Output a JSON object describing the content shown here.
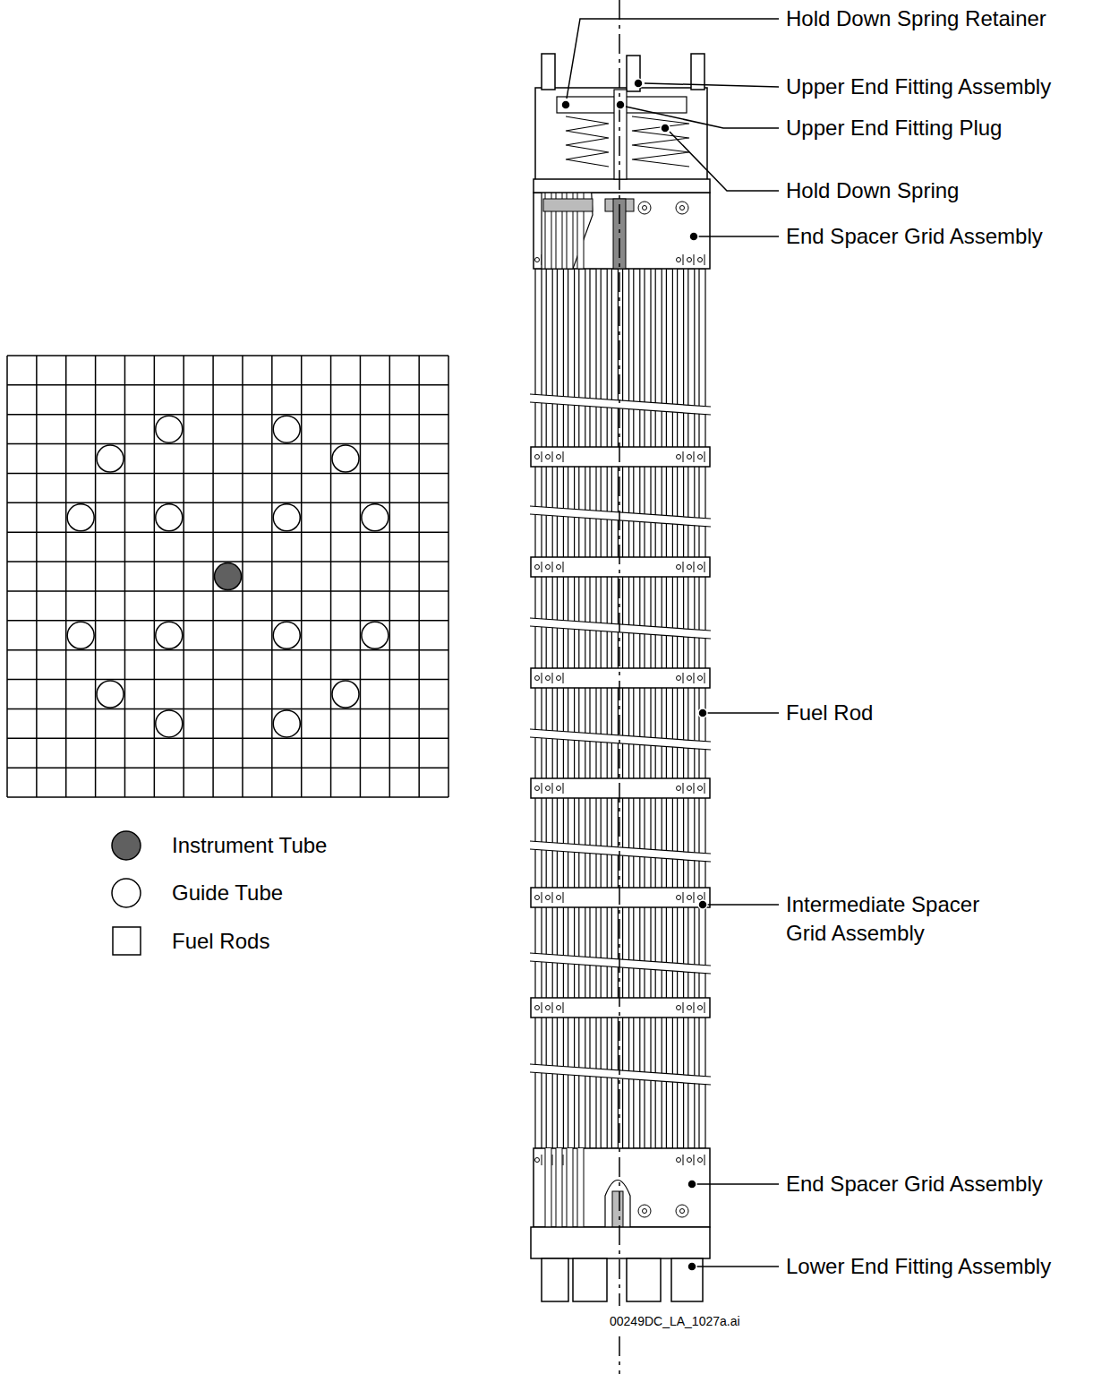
{
  "diagram": {
    "labels": [
      "Hold Down Spring Retainer",
      "Upper End Fitting Assembly",
      "Upper End Fitting Plug",
      "Hold Down Spring",
      "End Spacer Grid Assembly",
      "Fuel Rod",
      "Intermediate Spacer Grid Assembly",
      "End Spacer Grid Assembly",
      "Lower End Fitting Assembly",
      "00249DC_LA_1027a.ai"
    ],
    "legend": [
      {
        "text": "Instrument Tube",
        "color": "#606060"
      },
      {
        "text": "Guide Tube"
      },
      {
        "text": "Fuel Rods"
      }
    ]
  }
}
